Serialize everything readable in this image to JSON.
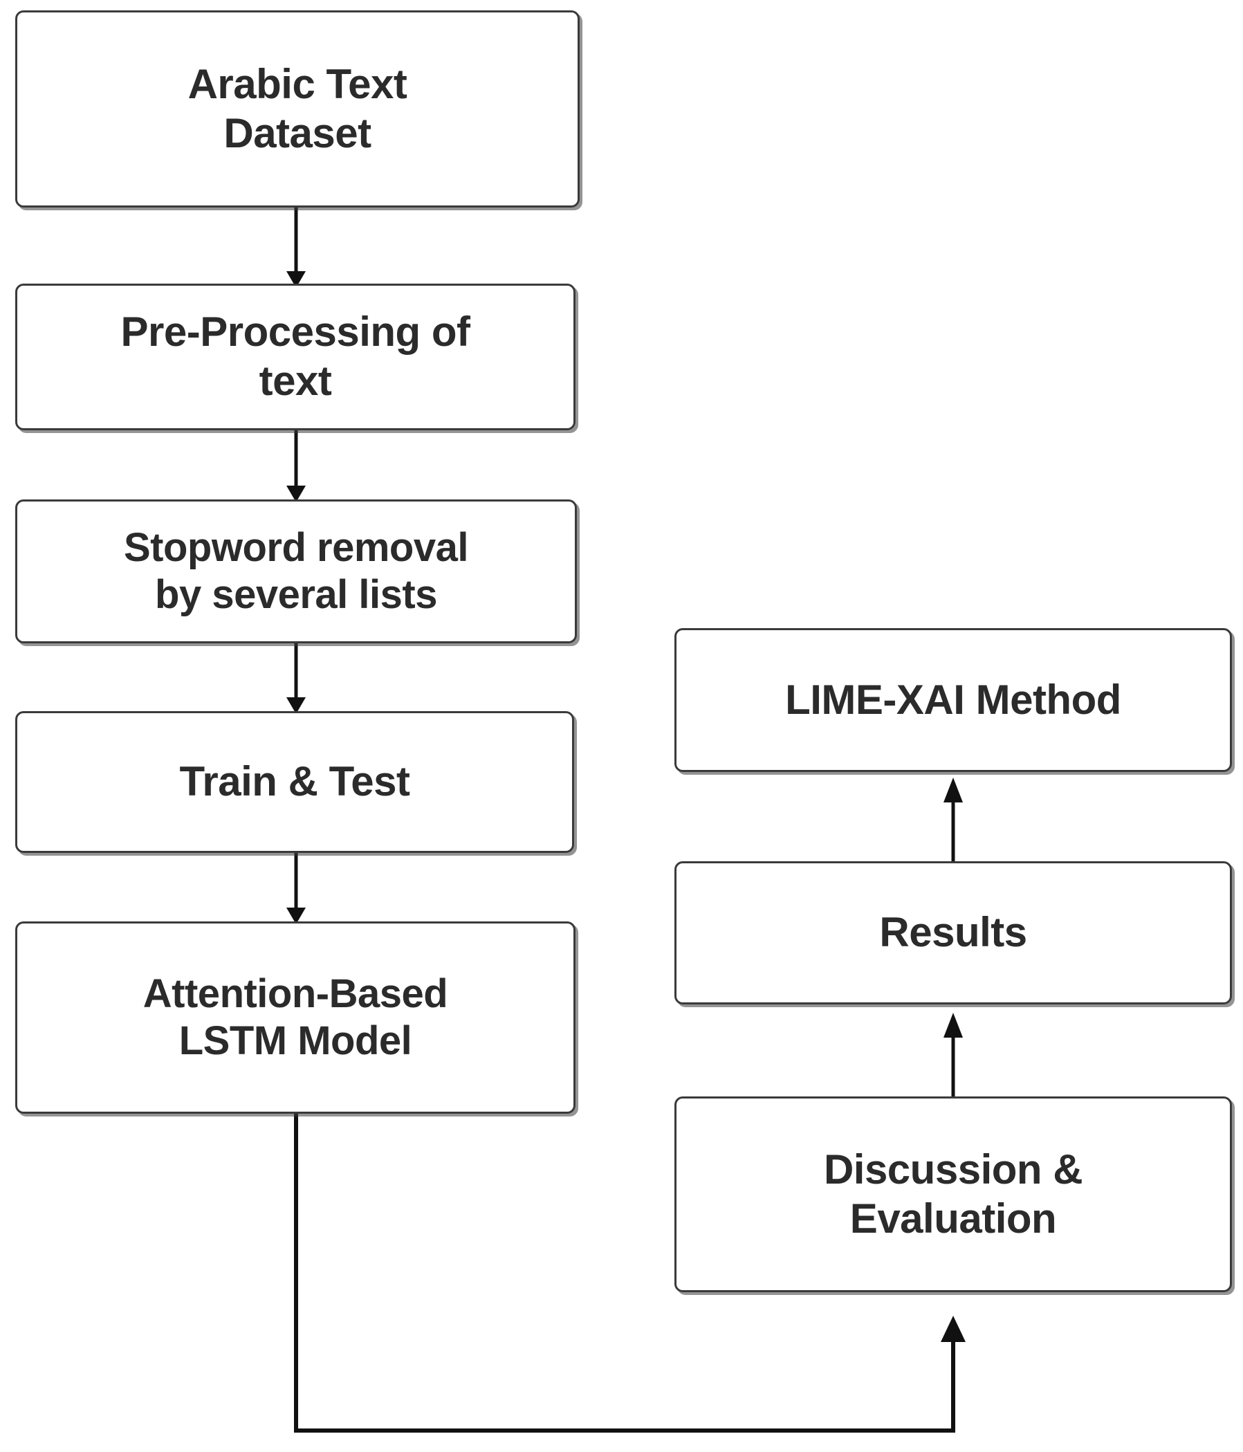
{
  "diagram": {
    "title": "Research methodology flowchart",
    "background_color": "#ffffff",
    "node_border_color": "#3a3a3a",
    "node_fill_color": "#ffffff",
    "text_color": "#2b2b2b",
    "connector_color": "#111111",
    "nodes": [
      {
        "id": "dataset",
        "label": "Arabic Text\nDataset"
      },
      {
        "id": "preprocess",
        "label": "Pre-Processing of\ntext"
      },
      {
        "id": "stopword",
        "label": "Stopword removal\nby several lists"
      },
      {
        "id": "traintest",
        "label": "Train & Test"
      },
      {
        "id": "lstm",
        "label": "Attention-Based\nLSTM Model"
      },
      {
        "id": "lime",
        "label": "LIME-XAI Method"
      },
      {
        "id": "results",
        "label": "Results"
      },
      {
        "id": "discussion",
        "label": "Discussion &\nEvaluation"
      }
    ],
    "edges": [
      {
        "from": "dataset",
        "to": "preprocess",
        "style": "straight-down",
        "arrowhead": "down"
      },
      {
        "from": "preprocess",
        "to": "stopword",
        "style": "straight-down",
        "arrowhead": "down"
      },
      {
        "from": "stopword",
        "to": "traintest",
        "style": "straight-down",
        "arrowhead": "down"
      },
      {
        "from": "traintest",
        "to": "lstm",
        "style": "straight-down",
        "arrowhead": "down"
      },
      {
        "from": "lstm",
        "to": "discussion",
        "style": "orthogonal-loop",
        "arrowhead": "up"
      },
      {
        "from": "discussion",
        "to": "results",
        "style": "straight-up",
        "arrowhead": "up"
      },
      {
        "from": "results",
        "to": "lime",
        "style": "straight-up",
        "arrowhead": "up"
      }
    ]
  }
}
